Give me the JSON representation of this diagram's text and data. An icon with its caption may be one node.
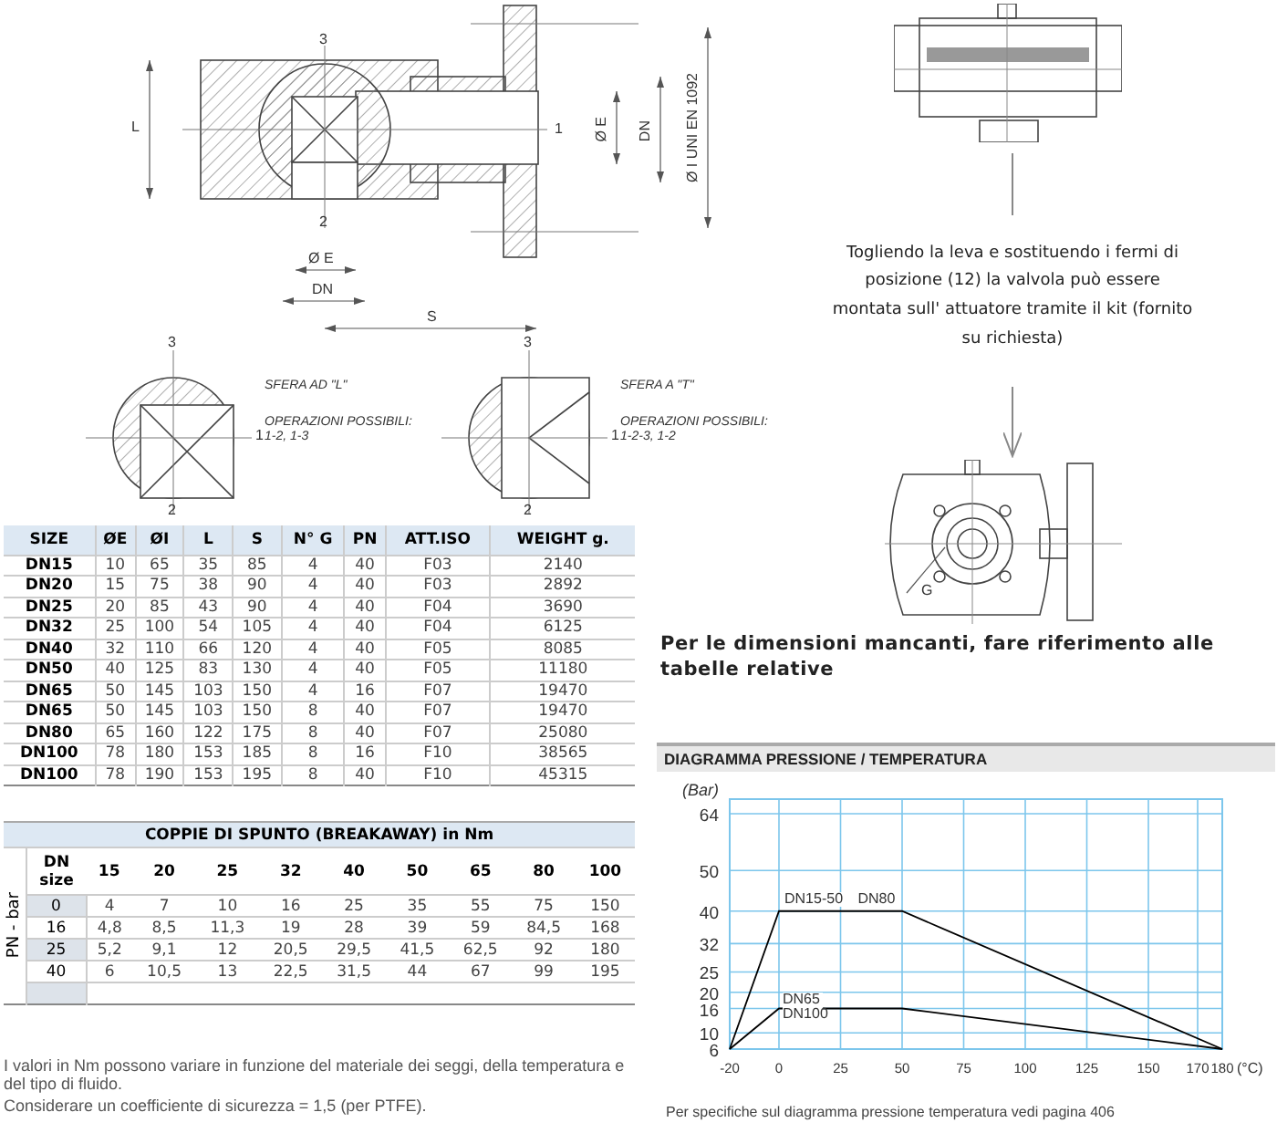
{
  "diagram": {
    "nodes": [
      {
        "text": [],
        "shape": "picture"
      },
      {
        "text": [
          "Togliendo la leva e sostituendo i fermi di posizione (12) la valvola può essere montata sull' attuatore tramite il kit (fornito su richiesta)"
        ]
      },
      {
        "text": [],
        "shape": "picture"
      }
    ],
    "edges": [
      {
        "from": 0,
        "to": 1,
        "arrow": "none"
      },
      {
        "from": 1,
        "to": 2,
        "arrow": "to"
      }
    ],
    "labels": [
      "3",
      "L",
      "1",
      "Ø E",
      "2",
      "Ø E",
      "DN",
      "S",
      "DN",
      "Ø I UNI EN 1092",
      "3",
      "1",
      "2",
      "SFERA AD \"L\"",
      "OPERAZIONI POSSIBILI: 1-2, 1-3",
      "3",
      "1",
      "2",
      "SFERA A \"T\"",
      "OPERAZIONI POSSIBILI: 1-2-3, 1-2",
      "G",
      "SIZE",
      "ØE",
      "ØI",
      "L",
      "S",
      "N° G",
      "PN",
      "ATT.ISO",
      "WEIGHT g.",
      "DN15",
      "10",
      "65",
      "35",
      "85",
      "4",
      "40",
      "F03",
      "2140",
      "DN20",
      "15",
      "75",
      "38",
      "90",
      "4",
      "40",
      "F03",
      "2892",
      "DN25",
      "20",
      "85",
      "43",
      "90",
      "4",
      "40",
      "F04",
      "3690",
      "DN32",
      "25",
      "100",
      "54",
      "105",
      "4",
      "40",
      "F04",
      "6125",
      "DN40",
      "32",
      "110",
      "66",
      "120",
      "4",
      "40",
      "F05",
      "8085",
      "DN50",
      "40",
      "125",
      "83",
      "130",
      "4",
      "40",
      "F05",
      "11180",
      "DN65",
      "50",
      "145",
      "103",
      "150",
      "4",
      "16",
      "F07",
      "19470",
      "DN65",
      "50",
      "145",
      "103",
      "150",
      "8",
      "40",
      "F07",
      "19470",
      "DN80",
      "65",
      "160",
      "122",
      "175",
      "8",
      "40",
      "F07",
      "25080",
      "DN100",
      "78",
      "180",
      "153",
      "185",
      "8",
      "16",
      "F10",
      "38565",
      "DN100",
      "78",
      "190",
      "153",
      "195",
      "8",
      "40",
      "F10",
      "45315",
      "Per le dimensioni mancanti, fare riferimento alle tabelle relative",
      "COPPIE DI SPUNTO (BREAKAWAY) in Nm",
      "PN - bar",
      "DN size",
      "15",
      "20",
      "25",
      "32",
      "40",
      "50",
      "65",
      "80",
      "100",
      "0",
      "4",
      "7",
      "10",
      "16",
      "25",
      "35",
      "55",
      "75",
      "150",
      "16",
      "4,8",
      "8,5",
      "11,3",
      "19",
      "28",
      "39",
      "59",
      "84,5",
      "168",
      "25",
      "5,2",
      "9,1",
      "12",
      "20,5",
      "29,5",
      "41,5",
      "62,5",
      "92",
      "180",
      "40",
      "6",
      "10,5",
      "13",
      "22,5",
      "31,5",
      "44",
      "67",
      "99",
      "195",
      "I valori in Nm possono variare in funzione del materiale dei seggi, della temperatura e del tipo di fluido.",
      "Considerare un coefficiente di sicurezza = 1,5 (per PTFE).",
      "Per specifiche sul diagramma pressione temperatura vedi pagina 406"
    ],
    "chart_data": {
      "type": "line",
      "title": "DIAGRAMMA PRESSIONE / TEMPERATURA",
      "xlabel": "(°C)",
      "ylabel": "(Bar)",
      "x": [
        -20,
        0,
        50,
        180
      ],
      "series": [
        {
          "name": "DN15-50 DN80",
          "color": "#000000",
          "values": [
            6,
            40,
            40,
            6
          ]
        },
        {
          "name": "DN65 DN100",
          "color": "#000000",
          "values": [
            6,
            16,
            16,
            6
          ]
        }
      ],
      "xlim": [
        -20,
        180
      ],
      "ylim": [
        6,
        64
      ],
      "xticks": [
        -20,
        0,
        25,
        50,
        75,
        100,
        125,
        150,
        170,
        180
      ],
      "yticks": [
        6,
        10,
        16,
        20,
        25,
        32,
        40,
        50,
        64
      ],
      "grid": true
    }
  }
}
